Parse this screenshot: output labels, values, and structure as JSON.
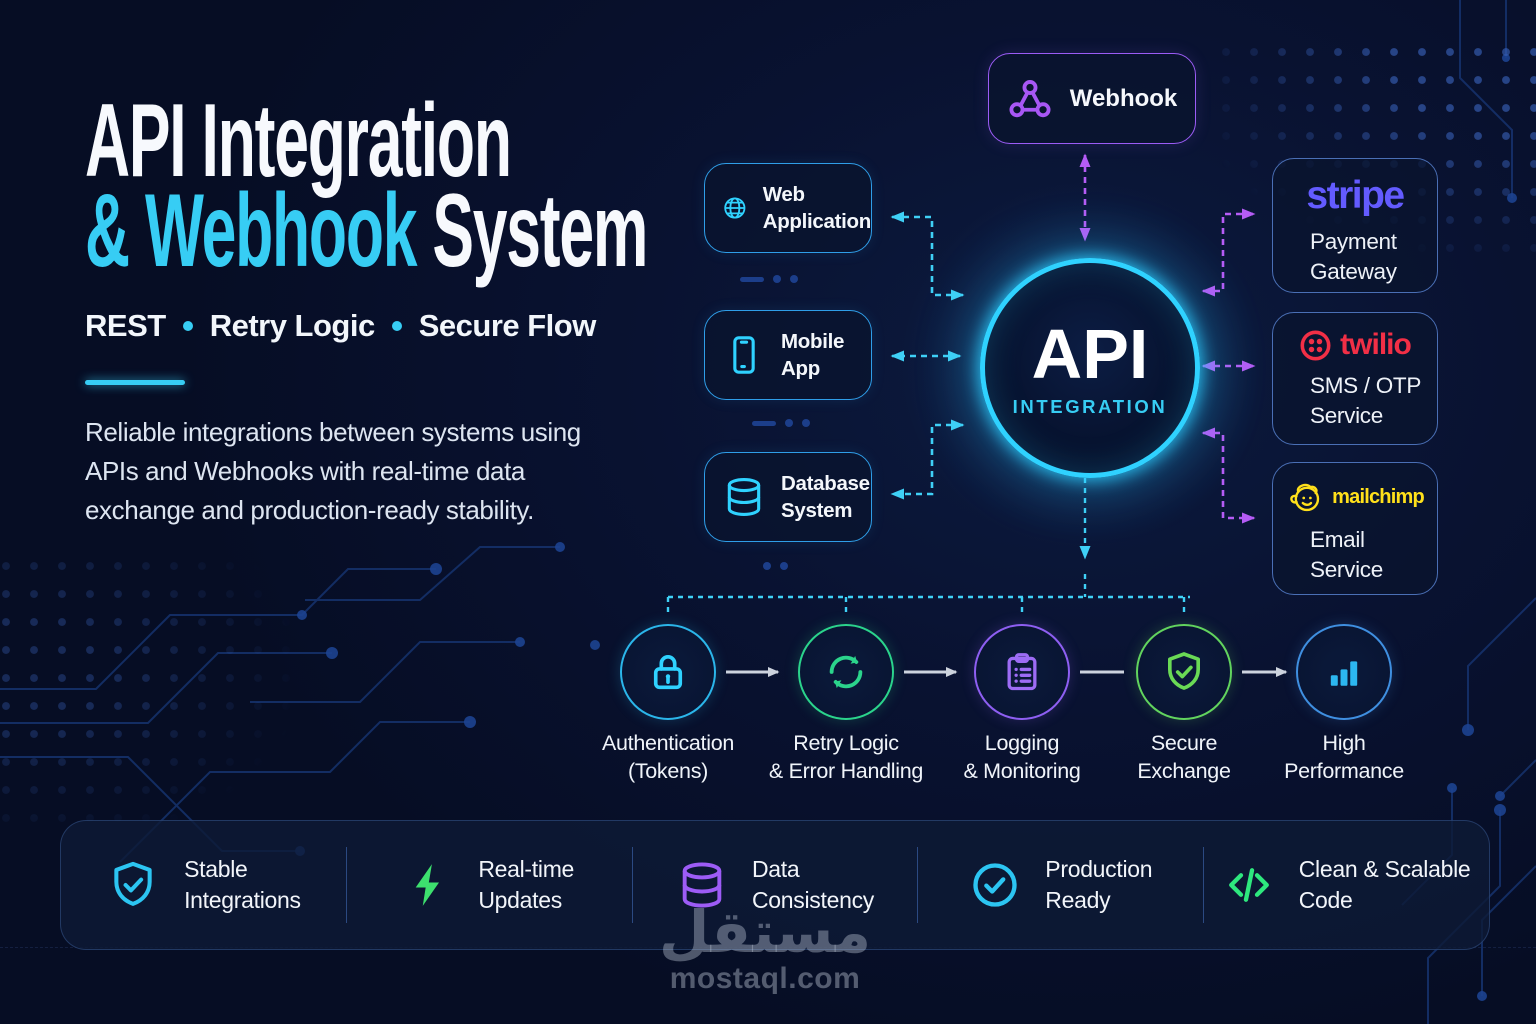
{
  "accents": {
    "background": "#091231",
    "cyan": "#37cdf4",
    "ring_cyan": "#2fd2ff",
    "purple": "#9b5cf6",
    "arrow_purple": "#b55cf5",
    "green": "#3de06e",
    "stripe_purple": "#635bff",
    "twilio_red": "#f22f46",
    "mailchimp_yellow": "#ffe01b",
    "gray_arrow": "#cdd3de"
  },
  "hero": {
    "title_line1": "API Integration",
    "title_line2_accent": "& Webhook",
    "title_line2_rest": " System",
    "tags": [
      "REST",
      "Retry Logic",
      "Secure Flow"
    ],
    "description": "Reliable integrations between systems using APIs and Webhooks with real-time data exchange and production-ready stability."
  },
  "diagram": {
    "webhook_node": {
      "label": "Webhook",
      "icon": "webhook-icon"
    },
    "center": {
      "line1": "API",
      "line2": "INTEGRATION"
    },
    "left_nodes": [
      {
        "label_line1": "Web",
        "label_line2": "Application",
        "icon": "globe-icon"
      },
      {
        "label_line1": "Mobile",
        "label_line2": "App",
        "icon": "smartphone-icon"
      },
      {
        "label_line1": "Database",
        "label_line2": "System",
        "icon": "database-icon"
      }
    ],
    "right_nodes": [
      {
        "brand": "stripe",
        "label_line1": "Payment",
        "label_line2": "Gateway"
      },
      {
        "brand": "twilio",
        "label_line1": "SMS / OTP",
        "label_line2": "Service"
      },
      {
        "brand": "mailchimp",
        "label_line1": "Email",
        "label_line2": "Service"
      }
    ],
    "pipeline": [
      {
        "label_line1": "Authentication",
        "label_line2": "(Tokens)",
        "icon": "lock-icon"
      },
      {
        "label_line1": "Retry Logic",
        "label_line2": "& Error Handling",
        "icon": "retry-icon"
      },
      {
        "label_line1": "Logging",
        "label_line2": "& Monitoring",
        "icon": "clipboard-icon"
      },
      {
        "label_line1": "Secure",
        "label_line2": "Exchange",
        "icon": "shield-check-icon"
      },
      {
        "label_line1": "High",
        "label_line2": "Performance",
        "icon": "bar-chart-icon"
      }
    ]
  },
  "footer_features": [
    {
      "label_line1": "Stable",
      "label_line2": "Integrations",
      "icon": "shield-check-icon"
    },
    {
      "label_line1": "Real-time",
      "label_line2": "Updates",
      "icon": "lightning-icon"
    },
    {
      "label_line1": "Data",
      "label_line2": "Consistency",
      "icon": "database-icon"
    },
    {
      "label_line1": "Production",
      "label_line2": "Ready",
      "icon": "check-circle-icon"
    },
    {
      "label_line1": "Clean & Scalable",
      "label_line2": "Code",
      "icon": "code-icon"
    }
  ],
  "watermark": {
    "arabic": "مستقل",
    "domain": "mostaql.com"
  }
}
